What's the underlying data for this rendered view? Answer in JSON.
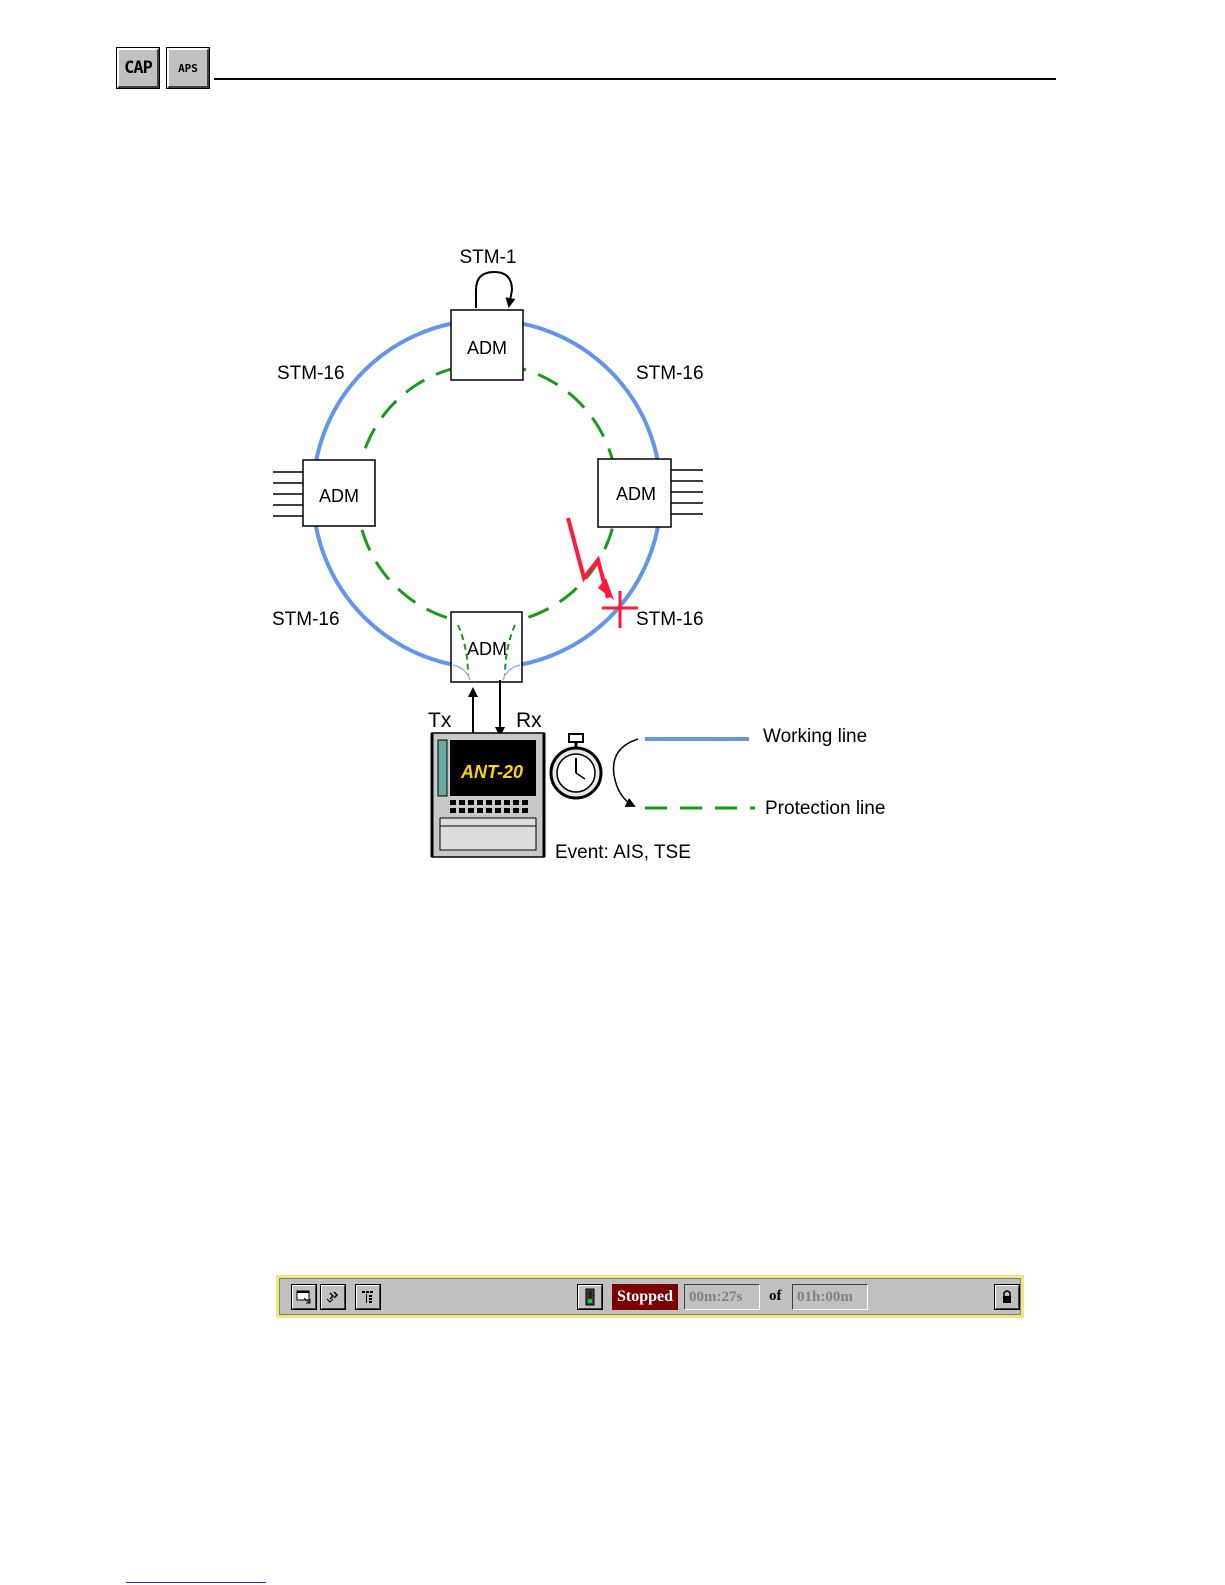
{
  "header": {
    "buttons": [
      {
        "label": "CAP"
      },
      {
        "label": "APS"
      }
    ]
  },
  "diagram": {
    "colors": {
      "working_line": "#6495ed",
      "protection_line": "#1a9a1a",
      "fault": "#ff1a3a"
    },
    "loop_label": "STM-1",
    "ring_labels": {
      "top_left": "STM-16",
      "top_right": "STM-16",
      "bottom_left": "STM-16",
      "bottom_right": "STM-16"
    },
    "nodes": {
      "top": "ADM",
      "left": "ADM",
      "right": "ADM",
      "bottom": "ADM"
    },
    "tx_label": "Tx",
    "rx_label": "Rx",
    "instrument_label": "ANT-20",
    "event_label": "Event: AIS, TSE",
    "legend": {
      "working": "Working line",
      "protection": "Protection line"
    }
  },
  "statusbar": {
    "status": "Stopped",
    "elapsed": "00m:27s",
    "of_label": "of",
    "total": "01h:00m",
    "icons": [
      "window-switch-icon",
      "fast-forward-icon",
      "tree-icon",
      "traffic-light-icon",
      "lock-icon"
    ],
    "colors": {
      "frame": "#ece87a",
      "status_bg": "#7a0000"
    }
  }
}
